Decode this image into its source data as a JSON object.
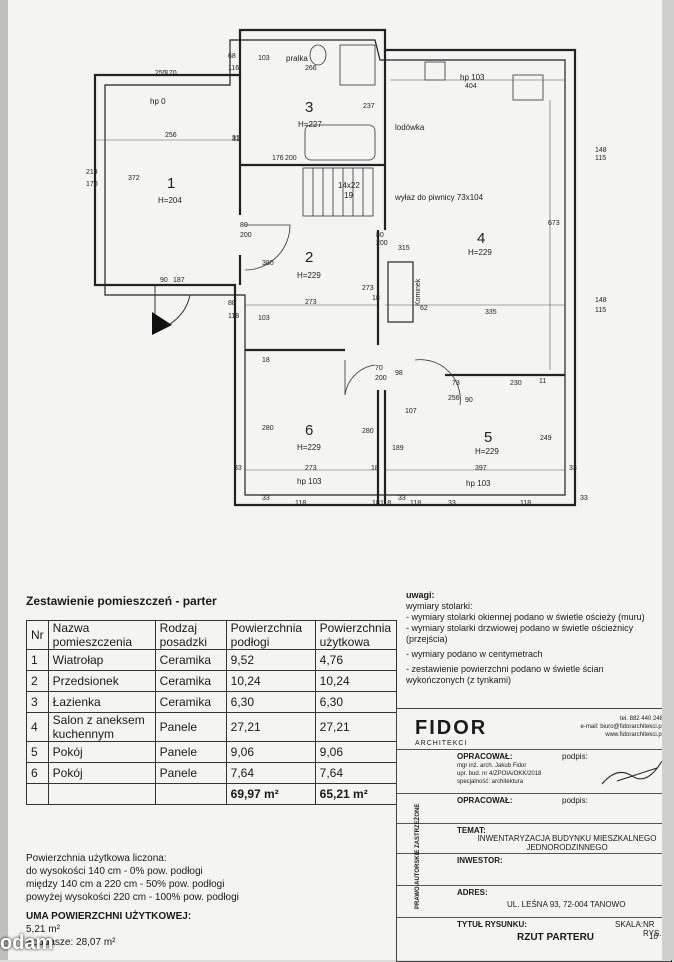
{
  "plan": {
    "rooms": [
      {
        "num": "1",
        "h": "H=204"
      },
      {
        "num": "2",
        "h": "H=229"
      },
      {
        "num": "3",
        "h": "H=227"
      },
      {
        "num": "4",
        "h": "H=229"
      },
      {
        "num": "5",
        "h": "H=229"
      },
      {
        "num": "6",
        "h": "H=229"
      }
    ],
    "labels": {
      "pralka": "pralka",
      "lodowka": "lodówka",
      "wylaz": "wyłaz do piwnicy 73x104",
      "kominek": "Kominek",
      "hp0": "hp 0",
      "hp103": "hp 103",
      "stairs": "14x22",
      "stairs2": "19"
    },
    "dims": [
      "68",
      "116",
      "103",
      "266",
      "237",
      "404",
      "31",
      "255",
      "170",
      "256",
      "31",
      "148",
      "115",
      "218",
      "170",
      "372",
      "80",
      "200",
      "80",
      "200",
      "315",
      "673",
      "88",
      "118",
      "103",
      "273",
      "273",
      "62",
      "335",
      "148",
      "115",
      "90",
      "187",
      "380",
      "18",
      "70",
      "200",
      "98",
      "73",
      "256",
      "90",
      "230",
      "107",
      "280",
      "280",
      "189",
      "249",
      "33",
      "273",
      "18",
      "397",
      "11",
      "33",
      "33",
      "118",
      "18",
      "118",
      "33",
      "118",
      "33",
      "33",
      "118",
      "18",
      "176",
      "200"
    ]
  },
  "table": {
    "title": "Zestawienie pomieszczeń - parter",
    "headers": [
      "Nr",
      "Nazwa pomieszczenia",
      "Rodzaj posadzki",
      "Powierzchnia podłogi",
      "Powierzchnia użytkowa"
    ],
    "rows": [
      [
        "1",
        "Wiatrołap",
        "Ceramika",
        "9,52",
        "4,76"
      ],
      [
        "2",
        "Przedsionek",
        "Ceramika",
        "10,24",
        "10,24"
      ],
      [
        "3",
        "Łazienka",
        "Ceramika",
        "6,30",
        "6,30"
      ],
      [
        "4",
        "Salon z aneksem kuchennym",
        "Panele",
        "27,21",
        "27,21"
      ],
      [
        "5",
        "Pokój",
        "Panele",
        "9,06",
        "9,06"
      ],
      [
        "6",
        "Pokój",
        "Panele",
        "7,64",
        "7,64"
      ]
    ],
    "total_floor": "69,97 m²",
    "total_usable": "65,21 m²"
  },
  "notes_left": [
    "Powierzchnia użytkowa liczona:",
    "do wysokości 140 cm - 0% pow. podłogi",
    "między 140 cm a 220 cm - 50% pow. podłogi",
    "powyżej wysokości 220 cm - 100% pow. podłogi",
    "UMA POWIERZCHNI UŻYTKOWEJ:",
    "5,21 m²",
    "Poddasze: 28,07 m²"
  ],
  "uwagi": {
    "title": "uwagi:",
    "lines": [
      "wymiary stolarki:",
      "- wymiary stolarki okiennej podano w świetle ościeży (muru)",
      "- wymiary stolarki drzwiowej podano w świetle ościeżnicy",
      "(przejścia)",
      "- wymiary podano w centymetrach",
      "- zestawienie powierzchni podano w świetle ścian",
      "wykończonych (z tynkami)"
    ]
  },
  "titleblock": {
    "logo": "FIDOR",
    "logo_sub": "ARCHITEKCI",
    "contact": [
      "tel. 882 440 248",
      "e-mail: biuro@fidorarchitekci.pl",
      "www.fidorarchitekci.pl"
    ],
    "opracowal_label": "OPRACOWAŁ:",
    "opracowal": [
      "mgr inż. arch. Jakub Fidor",
      "upr. bud. nr 4/ZPOIA/OKK/2018",
      "specjalność: architektura"
    ],
    "podpis": "podpis:",
    "opracowal2": "OPRACOWAŁ:",
    "temat_label": "TEMAT:",
    "temat": "INWENTARYZACJA BUDYNKU MIESZKALNEGO JEDNORODZINNEGO",
    "inwestor_label": "INWESTOR:",
    "adres_label": "ADRES:",
    "adres": "UL. LEŚNA 93, 72-004 TANOWO",
    "tytul_label": "TYTUŁ RYSUNKU:",
    "tytul": "RZUT PARTERU",
    "skala": "SKALA:",
    "nrrys": "NR RYS.",
    "nr": "10",
    "copyright": "PRAWO AUTORSKIE ZASTRZEŻONE"
  },
  "watermark": "odam"
}
